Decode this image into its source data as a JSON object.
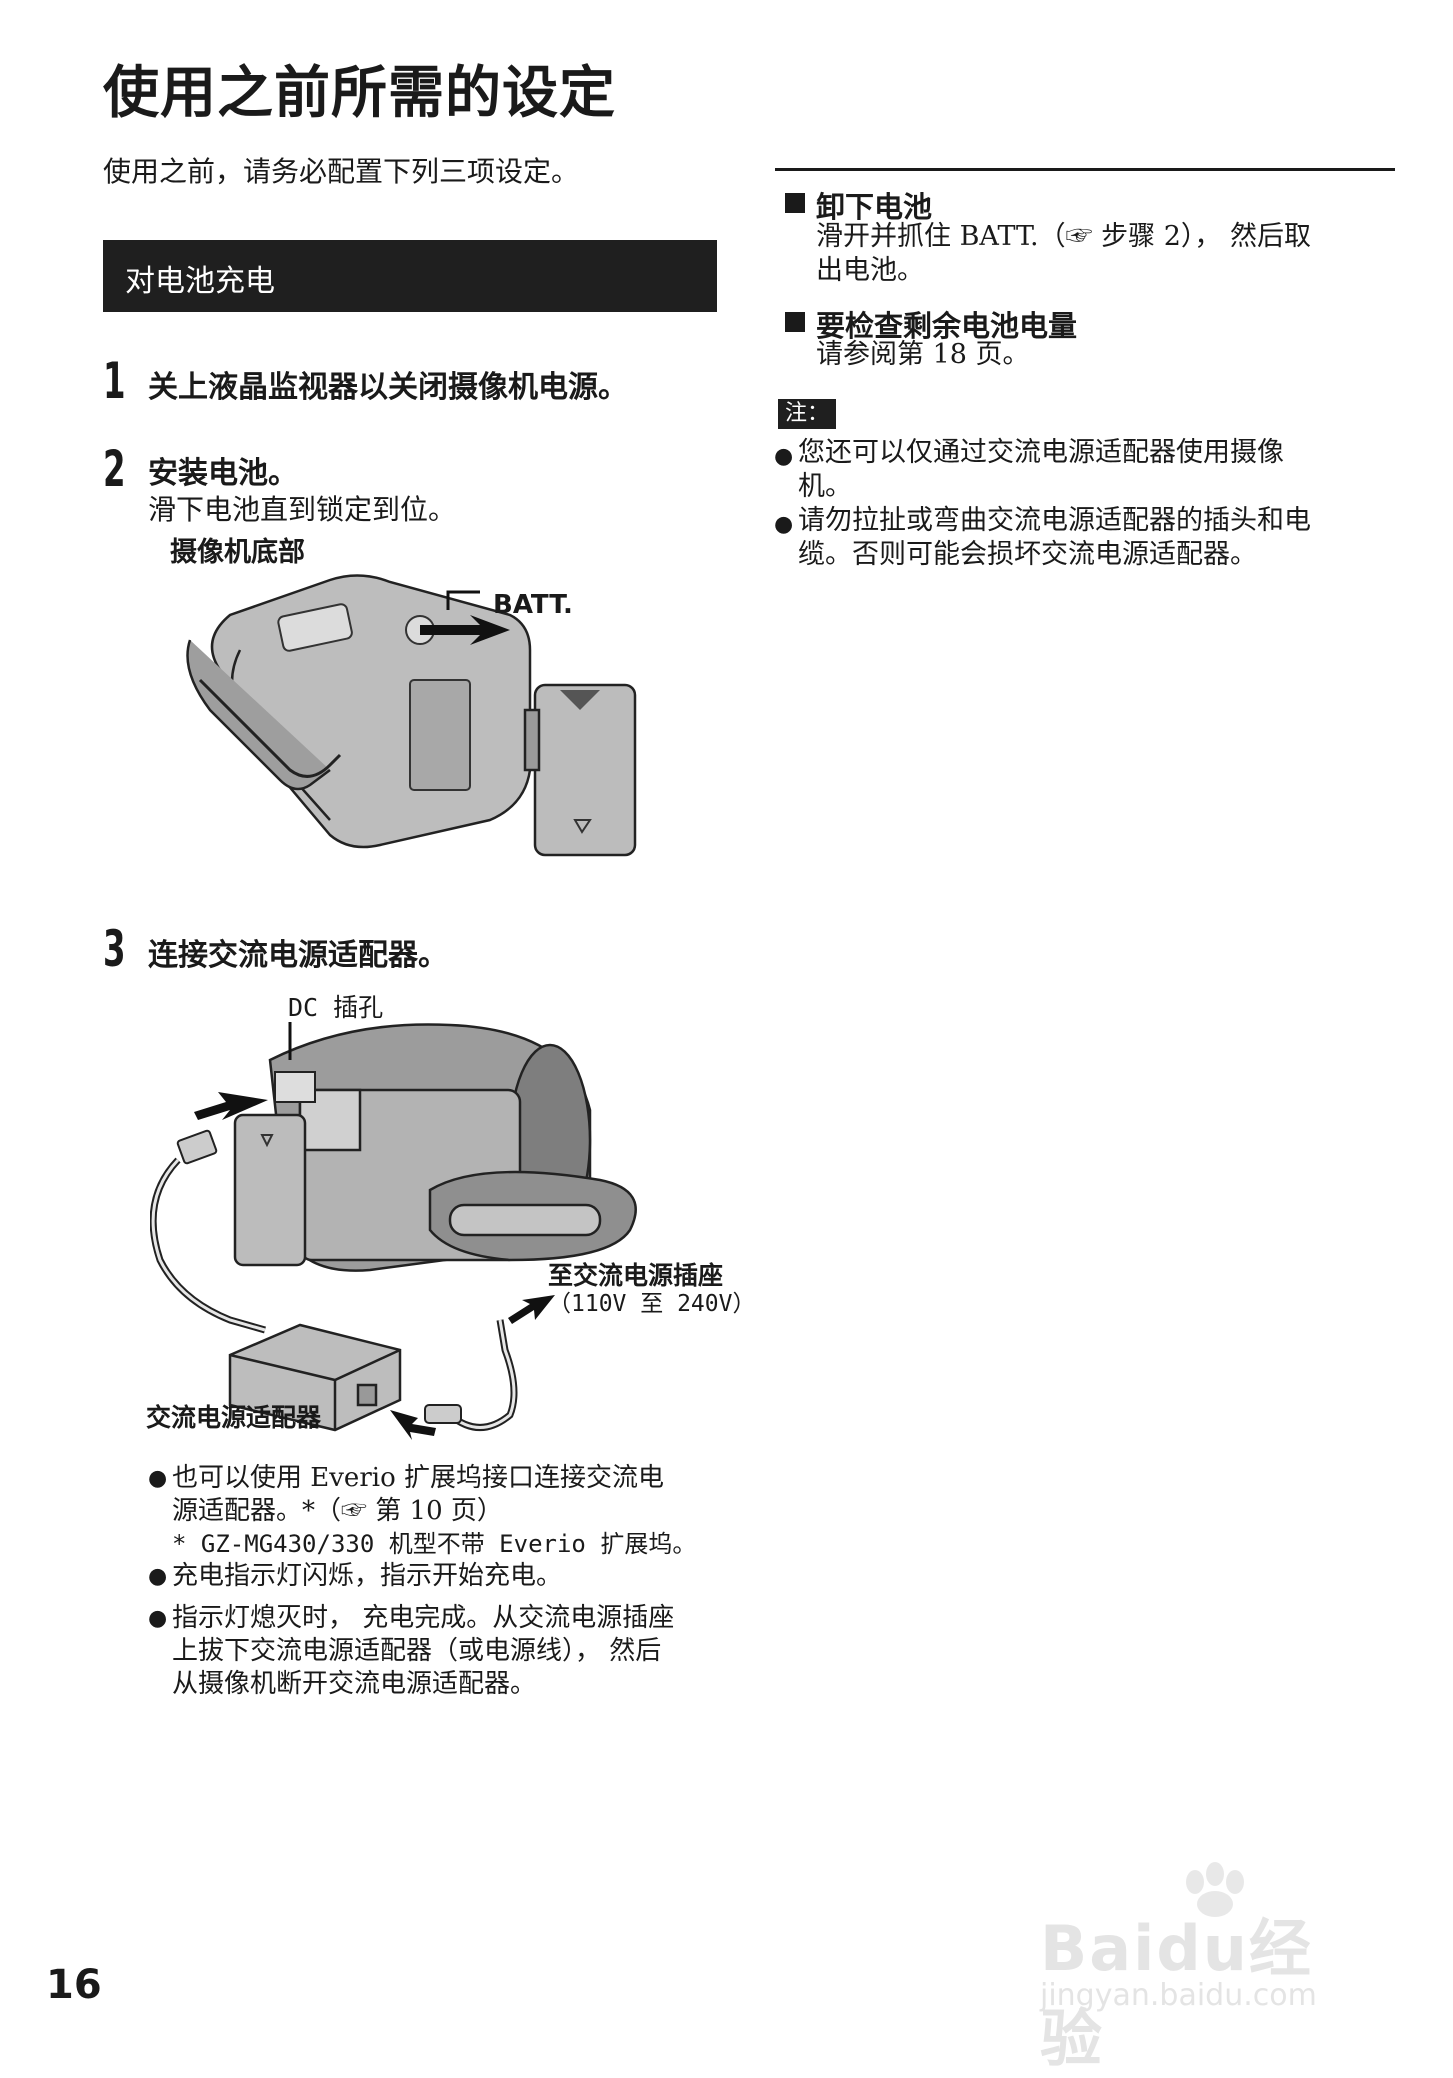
{
  "page": {
    "title": "使用之前所需的设定",
    "intro": "使用之前，请务必配置下列三项设定。",
    "number": "16"
  },
  "section": {
    "heading": "对电池充电"
  },
  "steps": [
    {
      "num": "1",
      "title": "关上液晶监视器以关闭摄像机电源。"
    },
    {
      "num": "2",
      "title": "安装电池。",
      "body": "滑下电池直到锁定到位。",
      "caption": "摄像机底部",
      "callout": "BATT."
    },
    {
      "num": "3",
      "title": "连接交流电源适配器。",
      "labels": {
        "dc_jack": "DC 插孔",
        "outlet": "至交流电源插座",
        "voltage": "（110V 至 240V）",
        "adapter": "交流电源适配器"
      }
    }
  ],
  "left_bullets": {
    "b1_line1": "也可以使用 Everio 扩展坞接口连接交流电",
    "b1_line2": "源适配器。*（☞ 第 10 页）",
    "b1_note": "* GZ-MG430/330 机型不带 Everio 扩展坞。",
    "b2": "充电指示灯闪烁，指示开始充电。",
    "b3_line1": "指示灯熄灭时， 充电完成。从交流电源插座",
    "b3_line2": "上拔下交流电源适配器（或电源线）， 然后",
    "b3_line3": "从摄像机断开交流电源适配器。"
  },
  "right": {
    "remove": {
      "title": "卸下电池",
      "line1": "滑开并抓住 BATT.（☞ 步骤 2）， 然后取",
      "line2": "出电池。"
    },
    "check": {
      "title": "要检查剩余电池电量",
      "line1": "请参阅第 18 页。"
    },
    "note": {
      "badge": "注：",
      "n1_line1": "您还可以仅通过交流电源适配器使用摄像",
      "n1_line2": "机。",
      "n2_line1": "请勿拉扯或弯曲交流电源适配器的插头和电",
      "n2_line2": "缆。否则可能会损坏交流电源适配器。"
    }
  },
  "watermark": {
    "text": "Baidu经验",
    "url": "jingyan.baidu.com"
  }
}
